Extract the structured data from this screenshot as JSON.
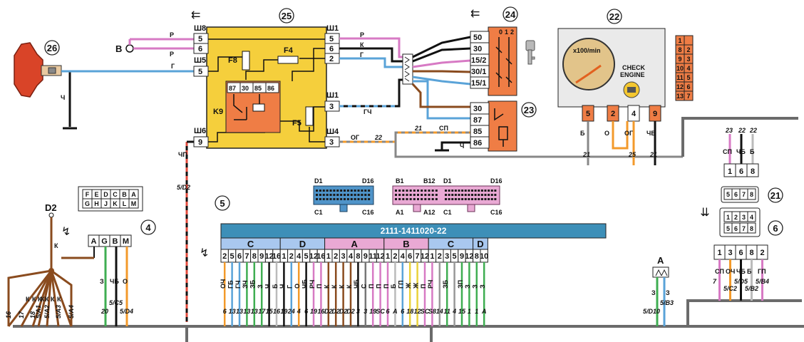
{
  "components": {
    "switch26": {
      "number": "26"
    },
    "supply_b": {
      "label": "B"
    },
    "relay25": {
      "number": "25",
      "conn_left": {
        "Sh8": "Ш8",
        "Sh5": "Ш5",
        "Sh6": "Ш6"
      },
      "conn_right": {
        "Sh1a": "Ш1",
        "Sh1b": "Ш1",
        "Sh4": "Ш4"
      },
      "pins_left": [
        "5",
        "6",
        "5",
        "9"
      ],
      "pins_right": [
        "5",
        "6",
        "2",
        "3",
        "3"
      ],
      "fuses": {
        "F8": "F8",
        "F4": "F4",
        "F5": "F5"
      },
      "relay": {
        "name": "K9",
        "pins": [
          "87",
          "30",
          "85",
          "86"
        ]
      }
    },
    "ignition24": {
      "number": "24",
      "pins": [
        "50",
        "30",
        "15/2",
        "30/1",
        "15/1"
      ],
      "positions": [
        "0",
        "1",
        "2"
      ]
    },
    "relay23": {
      "number": "23",
      "pins": [
        "30",
        "87",
        "85",
        "86"
      ]
    },
    "cluster22": {
      "number": "22",
      "gauge_label": "x100/min",
      "check_label": "CHECK",
      "engine_label": "ENGINE",
      "pins": [
        "5",
        "2",
        "4",
        "9"
      ],
      "pin_wires": [
        "Б",
        "О",
        "ОГ",
        "ЧБ"
      ],
      "pin_numbers": [
        "21",
        "25",
        "21"
      ],
      "block": [
        [
          "1",
          ""
        ],
        [
          "8",
          "2"
        ],
        [
          "9",
          "3"
        ],
        [
          "10",
          "4"
        ],
        [
          "11",
          "5"
        ],
        [
          "12",
          "6"
        ],
        [
          "13",
          "7"
        ]
      ]
    },
    "conn4": {
      "number": "4",
      "row1": [
        "F",
        "E",
        "D",
        "C",
        "B",
        "A"
      ],
      "row2": [
        "G",
        "H",
        "J",
        "K",
        "L",
        "M"
      ]
    },
    "ecu5": {
      "number": "5",
      "model": "2111-1411020-22",
      "blue_conn": {
        "tl": "D1",
        "tr": "D16",
        "bl": "C1",
        "br": "C16"
      },
      "pink_conn": {
        "tl1": "B1",
        "tr1": "B12",
        "bl1": "A1",
        "br1": "A12",
        "tl2": "D1",
        "tr2": "D16",
        "bl2": "C1",
        "br2": "C16"
      },
      "groups": [
        {
          "label": "C",
          "pins": [
            "2",
            "5",
            "6",
            "7",
            "8",
            "9",
            "12",
            "16"
          ],
          "wires": [
            "ОЧ",
            "ГБ",
            "ГЧ",
            "ЗЧ",
            "ЗБ",
            "З",
            "Ч",
            "Б"
          ],
          "nums": [
            "6",
            "13",
            "13",
            "13",
            "13",
            "17",
            "15",
            "16"
          ]
        },
        {
          "label": "D",
          "pins": [
            "1",
            "2",
            "4",
            "5",
            "12",
            "16"
          ],
          "wires": [
            "Ч",
            "Г",
            "О",
            "ЧБ",
            "РЧ",
            "П"
          ],
          "nums": [
            "19",
            "24",
            "4",
            "6",
            "19",
            "16"
          ]
        },
        {
          "label": "A",
          "pins": [
            "1",
            "2",
            "3",
            "4",
            "8",
            "9",
            "11",
            "12"
          ],
          "wires": [
            "К",
            "К",
            "К",
            "К",
            "ЧБ",
            "С",
            "П",
            "П"
          ],
          "nums": [
            "D2",
            "D2",
            "D2",
            "D2",
            "3",
            "3",
            "19",
            "SC"
          ]
        },
        {
          "label": "B",
          "pins": [
            "1",
            "2",
            "4",
            "6",
            "7",
            "12"
          ],
          "wires": [
            "П",
            "Б",
            "ГП",
            "Ж",
            "Ж",
            "П"
          ],
          "nums": [
            "6",
            "A",
            "6",
            "18",
            "12",
            "SC"
          ]
        },
        {
          "label": "C",
          "pins": [
            "1",
            "2",
            "3",
            "5",
            "9",
            "12"
          ],
          "wires": [
            "РЧ",
            "",
            "ЗБ",
            "",
            "ЗП",
            "З"
          ],
          "nums": [
            "S8",
            "14",
            "11",
            "4",
            "15",
            "1"
          ]
        },
        {
          "label": "D",
          "pins": [
            "8",
            "10"
          ],
          "wires": [
            "З",
            "З"
          ],
          "nums": [
            "1",
            "A"
          ]
        }
      ]
    },
    "diag6": {
      "number": "6",
      "top_pins": [
        "5",
        "6",
        "7",
        "8"
      ],
      "mid_pins": [
        "1",
        "2",
        "3",
        "4"
      ],
      "bot_pins": [
        "5",
        "6",
        "7",
        "8"
      ],
      "pins": [
        "1",
        "3",
        "6",
        "8",
        "2"
      ],
      "wires": [
        "СП",
        "ОЧ",
        "ЧБ",
        "Б",
        "ГП"
      ],
      "refs": [
        "7",
        "5/C2",
        "5/D5",
        "5/B2",
        "5/B4"
      ]
    },
    "conn21": {
      "number": "21",
      "pins": [
        "1",
        "6",
        "8"
      ],
      "wires": [
        "СП",
        "ЧБ",
        "Б"
      ],
      "nums": [
        "23",
        "22",
        "22"
      ]
    },
    "conn_a": {
      "label": "A",
      "wires": [
        "З",
        "З"
      ],
      "refs": [
        "5/D10",
        "5/B3"
      ]
    },
    "agab": {
      "cells": [
        "A",
        "G",
        "B",
        "M"
      ],
      "wires": [
        "З",
        "ЧБ",
        "О"
      ],
      "nums": [
        "20",
        "5/C5",
        "5/D4"
      ]
    },
    "d2_node": {
      "label": "D2",
      "wires": [
        "К",
        "К",
        "К",
        "К",
        "К",
        "К",
        "К",
        "К"
      ],
      "refs": [
        "16",
        "17",
        "18",
        "5/A1",
        "5/A2",
        "5/A3",
        "5/A4"
      ]
    }
  },
  "wire_labels": {
    "p1": "Р",
    "p2": "Р",
    "g1": "Г",
    "ch26": "Ч",
    "chp": "ЧП",
    "d2ref": "5/D2",
    "r_p": "Р",
    "r_k": "К",
    "r_g": "Г",
    "gch": "ГЧ",
    "og": "ОГ",
    "og_n": "22",
    "n21": "21",
    "sp": "СП",
    "ch86": "Ч"
  },
  "colors": {
    "relay_box": "#f5cf3c",
    "relay_inner": "#ef7d45",
    "ecu_header": "#3d8fb8",
    "ecu_a_b": "#e9a9d4",
    "ecu_c_d": "#a9c8ef",
    "connector_orange": "#ef7d45",
    "wire_brown": "#8a4b1e",
    "wire_blue": "#5aa3d8",
    "wire_pink": "#d77ac4"
  }
}
